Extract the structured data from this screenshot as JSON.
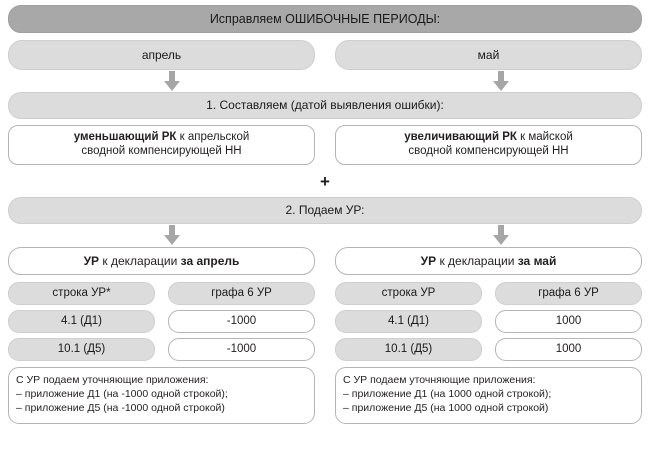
{
  "title": "Исправляем ОШИБОЧНЫЕ ПЕРИОДЫ:",
  "colors": {
    "title_bar": "#a8a8a8",
    "bar_grey": "#d6d6d6",
    "cell_grey": "#dcdcdc",
    "box_white": "#ffffff",
    "arrow": "#a6a6a6",
    "text": "#231f20"
  },
  "months": {
    "left": "апрель",
    "right": "май"
  },
  "step1": {
    "header": "1. Составляем (датой выявления ошибки):",
    "left": {
      "bold": "уменьшающий РК",
      "rest": " к апрельской",
      "line2": "сводной компенсирующей НН"
    },
    "right": {
      "bold": "увеличивающий РК",
      "rest": " к майской",
      "line2": "сводной компенсирующей НН"
    },
    "plus": "+"
  },
  "step2": {
    "header": "2. Подаем УР:",
    "left": {
      "bold": "УР",
      "mid": " к декларации ",
      "bold2": "за апрель"
    },
    "right": {
      "bold": "УР",
      "mid": " к декларации ",
      "bold2": "за май"
    }
  },
  "tables": {
    "left": {
      "headers": [
        "строка УР*",
        "графа 6 УР"
      ],
      "rows": [
        {
          "row": "4.1 (Д1)",
          "value": "-1000"
        },
        {
          "row": "10.1 (Д5)",
          "value": "-1000"
        }
      ],
      "note": [
        "С УР подаем уточняющие приложения:",
        "– приложение Д1 (на -1000 одной строкой);",
        "– приложение Д5 (на -1000 одной строкой)"
      ]
    },
    "right": {
      "headers": [
        "строка УР",
        "графа 6 УР"
      ],
      "rows": [
        {
          "row": "4.1 (Д1)",
          "value": "1000"
        },
        {
          "row": "10.1 (Д5)",
          "value": "1000"
        }
      ],
      "note": [
        "С УР подаем уточняющие приложения:",
        "– приложение Д1 (на 1000 одной строкой);",
        "– приложение Д5 (на 1000 одной строкой)"
      ]
    }
  }
}
